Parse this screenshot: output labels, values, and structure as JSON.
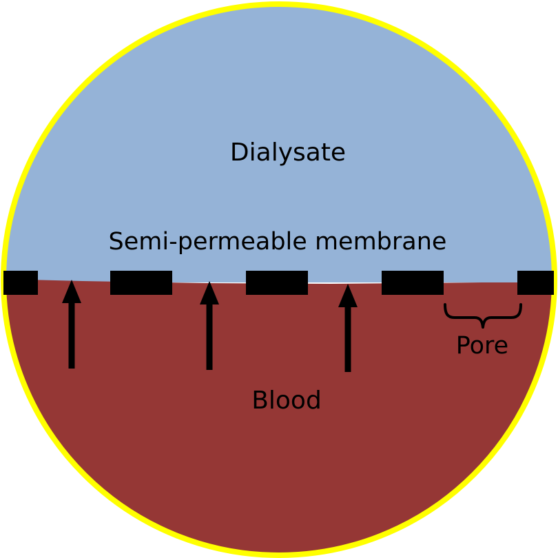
{
  "diagram": {
    "upper_region_label": "Dialysate",
    "membrane_label": "Semi-permeable membrane",
    "lower_region_label": "Blood",
    "pore_label": "Pore"
  },
  "colors": {
    "dialysate_fill": "#95B3D7",
    "blood_fill": "#953735",
    "circle_border": "#FFFF00",
    "membrane_segment": "#000000",
    "arrow": "#000000"
  },
  "icons": {
    "flow_arrow": "up-arrow-icon",
    "pore_marker": "curly-brace-icon"
  }
}
